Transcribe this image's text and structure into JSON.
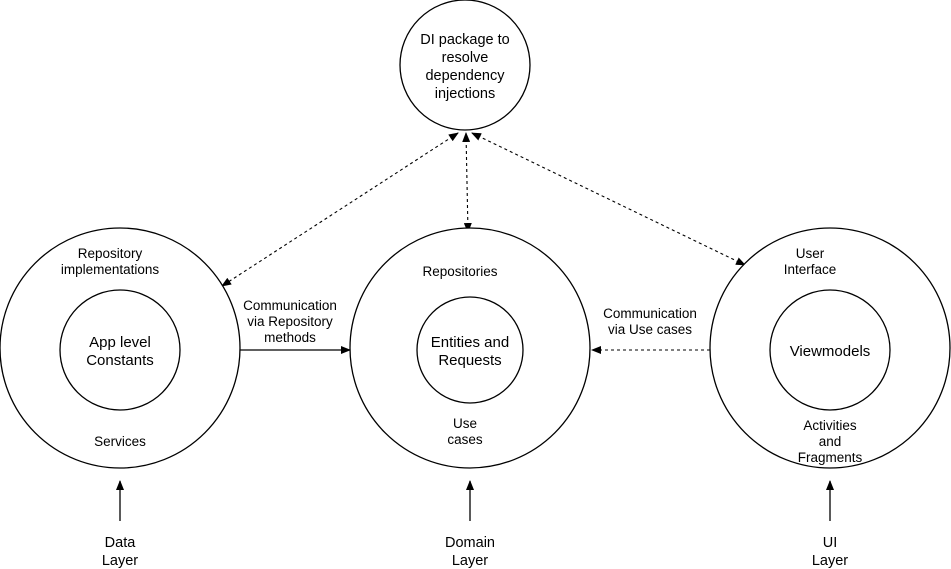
{
  "colors": {
    "stroke": "#000000",
    "background": "#ffffff"
  },
  "di": {
    "lines": [
      "DI package to",
      "resolve",
      "dependency",
      "injections"
    ]
  },
  "data_circle": {
    "outer_label": [
      "Repository",
      "implementations"
    ],
    "inner_label": [
      "App level",
      "Constants"
    ],
    "bottom_label": [
      "Services"
    ]
  },
  "domain_circle": {
    "outer_label": [
      "Repositories"
    ],
    "inner_label": [
      "Entities and",
      "Requests"
    ],
    "bottom_label": [
      "Use",
      "cases"
    ]
  },
  "ui_circle": {
    "outer_label": [
      "User",
      "Interface"
    ],
    "inner_label": [
      "Viewmodels"
    ],
    "bottom_label": [
      "Activities",
      "and",
      "Fragments"
    ]
  },
  "edges": {
    "data_to_domain": [
      "Communication",
      "via Repository",
      "methods"
    ],
    "ui_to_domain": [
      "Communication",
      "via Use cases"
    ]
  },
  "layers": {
    "data": [
      "Data",
      "Layer"
    ],
    "domain": [
      "Domain",
      "Layer"
    ],
    "ui": [
      "UI",
      "Layer"
    ]
  }
}
